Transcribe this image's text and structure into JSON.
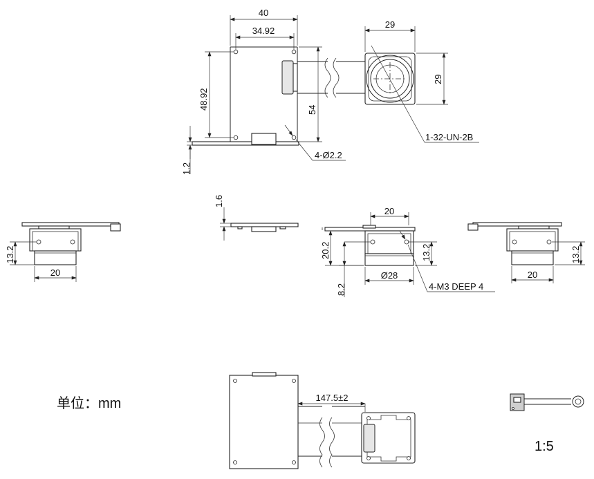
{
  "top_view": {
    "dim_width_outer": "40",
    "dim_width_holes": "34.92",
    "dim_height_holes": "48.92",
    "dim_height_total": "54",
    "dim_pcb_thickness": "1.2",
    "dim_mount_holes": "4-Ø2.2",
    "dim_head_width": "29",
    "dim_head_height": "29",
    "lens_thread": "1-32-UN-2B"
  },
  "side_views": {
    "dim_left_height": "13.2",
    "dim_left_width": "20",
    "dim_pcb_offset": "1.6",
    "dim_front_top_width": "20",
    "dim_front_height": "20.2",
    "dim_front_holes": "13.2",
    "dim_front_diameter": "Ø28",
    "dim_front_offset": "8.2",
    "dim_front_thread": "4-M3 DEEP 4",
    "dim_right_height": "13.2",
    "dim_right_width": "20"
  },
  "bottom_view": {
    "dim_cable_length": "147.5±2"
  },
  "unit_label": "单位：mm",
  "scale_label": "1:5"
}
